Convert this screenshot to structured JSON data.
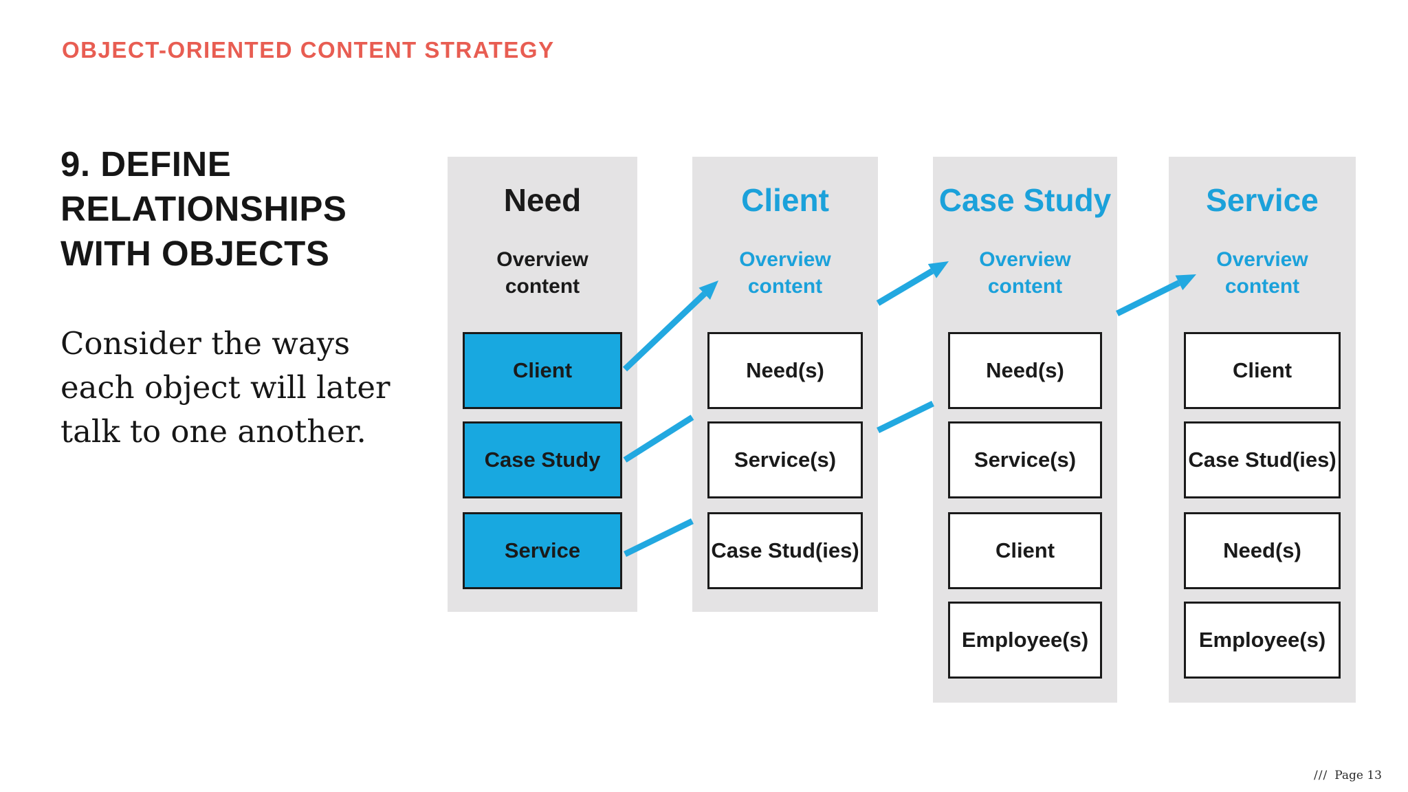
{
  "slide": {
    "eyebrow": "OBJECT-ORIENTED CONTENT STRATEGY",
    "title_lines": [
      "9. DEFINE",
      "RELATIONSHIPS",
      "WITH OBJECTS"
    ],
    "body_lines": [
      "Consider the ways",
      "each object will later",
      "talk to one another."
    ],
    "footer": {
      "slashes": "///",
      "page": "Page 13"
    }
  },
  "colors": {
    "accent_red": "#E85D52",
    "blue_text": "#1BA1DA",
    "blue_fill": "#18A8E0",
    "arrow_blue": "#22A8E0",
    "panel_gray": "#E4E3E4",
    "ink": "#161616"
  },
  "diagram": {
    "columns": [
      {
        "id": "need",
        "title": "Need",
        "accent": false,
        "overview": "Overview content",
        "boxes": [
          {
            "label": "Client",
            "filled": true
          },
          {
            "label": "Case Study",
            "filled": true
          },
          {
            "label": "Service",
            "filled": true
          }
        ]
      },
      {
        "id": "client",
        "title": "Client",
        "accent": true,
        "overview": "Overview content",
        "boxes": [
          {
            "label": "Need(s)",
            "filled": false
          },
          {
            "label": "Service(s)",
            "filled": false
          },
          {
            "label": "Case Stud(ies)",
            "filled": false
          }
        ]
      },
      {
        "id": "case-study",
        "title": "Case Study",
        "accent": true,
        "overview": "Overview content",
        "boxes": [
          {
            "label": "Need(s)",
            "filled": false
          },
          {
            "label": "Service(s)",
            "filled": false
          },
          {
            "label": "Client",
            "filled": false
          },
          {
            "label": "Employee(s)",
            "filled": false
          }
        ]
      },
      {
        "id": "service",
        "title": "Service",
        "accent": true,
        "overview": "Overview content",
        "boxes": [
          {
            "label": "Client",
            "filled": false
          },
          {
            "label": "Case Stud(ies)",
            "filled": false
          },
          {
            "label": "Need(s)",
            "filled": false
          },
          {
            "label": "Employee(s)",
            "filled": false
          }
        ]
      }
    ],
    "arrows": [
      {
        "from": "need.client",
        "to": "client.overview",
        "segments": [
          [
            909,
            537,
            1045,
            408
          ]
        ]
      },
      {
        "from": "need.case-study",
        "to": "case-study.overview",
        "segments": [
          [
            909,
            669,
            1007,
            607
          ],
          [
            1277,
            441,
            1380,
            380
          ]
        ]
      },
      {
        "from": "need.service",
        "to": "service.overview",
        "segments": [
          [
            909,
            806,
            1007,
            758
          ],
          [
            1277,
            626,
            1357,
            587
          ],
          [
            1625,
            456,
            1740,
            399
          ]
        ]
      }
    ]
  }
}
